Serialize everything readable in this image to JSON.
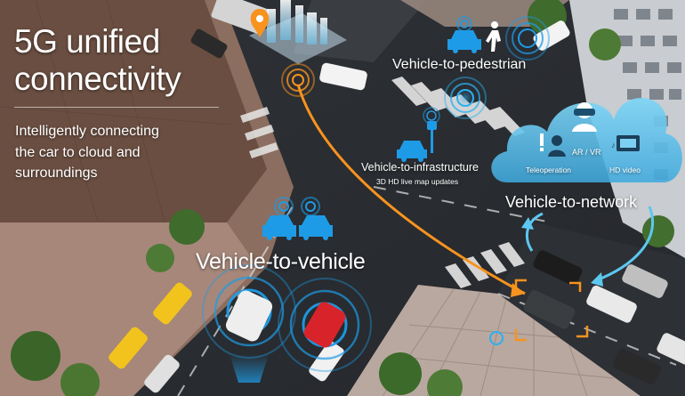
{
  "headline": {
    "line1": "5G unified",
    "line2": "connectivity"
  },
  "subtitle": {
    "line1": "Intelligently connecting",
    "line2": "the car to cloud and",
    "line3": "surroundings"
  },
  "labels": {
    "vehicle_to_pedestrian": "Vehicle-to-pedestrian",
    "vehicle_to_infrastructure": "Vehicle-to-infrastructure",
    "vehicle_to_infrastructure_sub": "3D HD live map updates",
    "vehicle_to_network": "Vehicle-to-network",
    "vehicle_to_vehicle": "Vehicle-to-vehicle"
  },
  "cloud": {
    "teleoperation": "Teleoperation",
    "ar_vr": "AR / VR",
    "hd_video": "HD video"
  },
  "colors": {
    "accent_orange": "#f7931e",
    "signal_blue": "#1e9be6",
    "cloud_blue": "#5cc8f0",
    "road": "#2b2e33",
    "sidewalk": "#bfa89a"
  },
  "icons": [
    "car-icon",
    "pedestrian-icon",
    "traffic-light-icon",
    "teleoperation-icon",
    "vr-headset-icon",
    "hd-video-icon",
    "signal-ring-icon",
    "building-icon"
  ]
}
